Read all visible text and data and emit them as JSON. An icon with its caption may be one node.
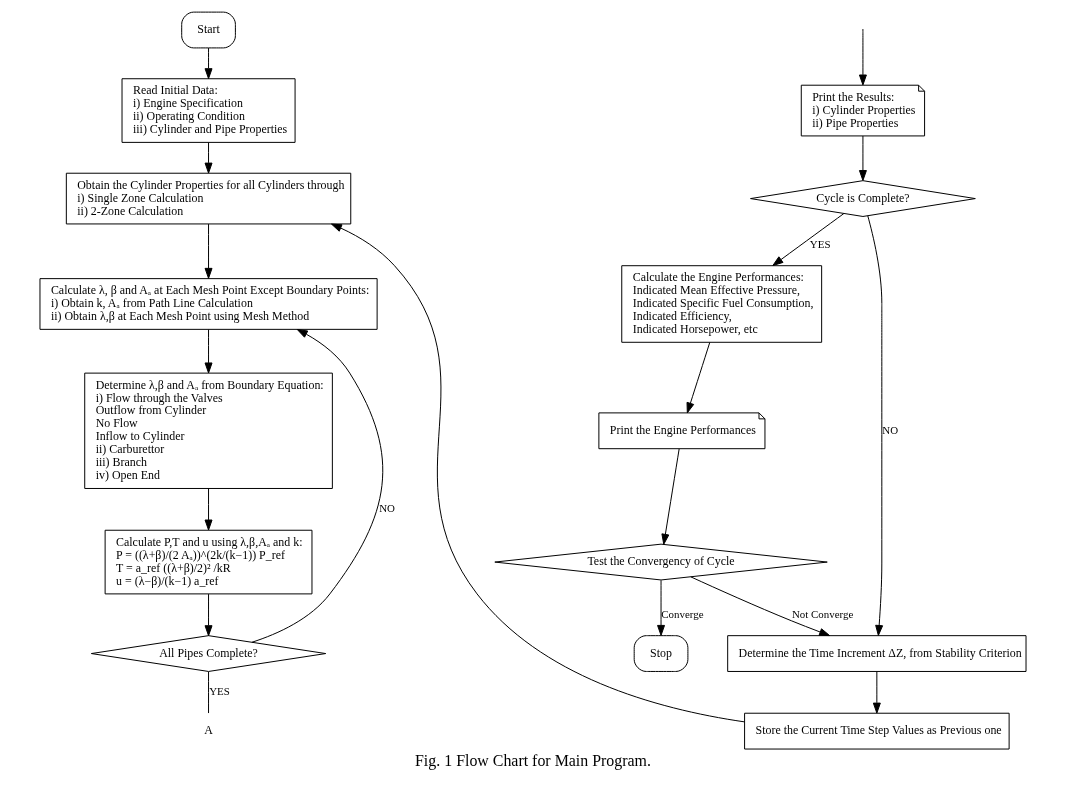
{
  "diagram": {
    "caption": "Fig. 1 Flow Chart for Main Program.",
    "nodes": [
      {
        "text": [
          "Start"
        ]
      },
      {
        "text": [
          "Read Initial Data:",
          "i) Engine Specification",
          "ii) Operating Condition",
          "iii) Cylinder and Pipe Properties"
        ]
      },
      {
        "text": [
          "Obtain the Cylinder Properties for all Cylinders through",
          "i) Single Zone Calculation",
          "ii) 2-Zone Calculation"
        ]
      },
      {
        "text": [
          "Calculate λ, β and Aₐ at Each Mesh Point Except Boundary Points:",
          "i) Obtain k, Aₐ from Path Line Calculation",
          "ii) Obtain λ,β at Each Mesh Point using Mesh Method"
        ]
      },
      {
        "text": [
          "Determine λ,β and Aₐ from Boundary Equation:",
          "i) Flow through the Valves",
          "Outflow from Cylinder",
          "No Flow",
          "Inflow to Cylinder",
          "ii) Carburettor",
          "iii) Branch",
          "iv) Open End"
        ]
      },
      {
        "text": [
          "Calculate P,T and u using λ,β,Aₐ and k:",
          "P = ((λ+β)/(2 Aₐ))^(2k/(k−1)) P_ref",
          "T = a_ref ((λ+β)/2)² /kR",
          "u = (λ−β)/(k−1) a_ref"
        ]
      },
      {
        "text": [
          "All Pipes Complete?"
        ]
      },
      {
        "text": [
          "A"
        ]
      },
      {
        "text": [
          "Print the Results:",
          "i) Cylinder Properties",
          "ii) Pipe Properties"
        ]
      },
      {
        "text": [
          "Cycle is Complete?"
        ]
      },
      {
        "text": [
          "Calculate the Engine Performances:",
          "Indicated Mean Effective Pressure,",
          "Indicated Specific Fuel Consumption,",
          "Indicated Efficiency,",
          "Indicated Horsepower, etc"
        ]
      },
      {
        "text": [
          "Print the Engine Performances"
        ]
      },
      {
        "text": [
          "Test the Convergency of Cycle"
        ]
      },
      {
        "text": [
          "Stop"
        ]
      },
      {
        "text": [
          "Determine the Time Increment ΔZ, from Stability Criterion"
        ]
      },
      {
        "text": [
          "Store the Current Time Step Values as Previous one"
        ]
      }
    ],
    "edges": [
      {
        "from": 0,
        "to": 1,
        "arrow": "to"
      },
      {
        "from": 1,
        "to": 2,
        "arrow": "to"
      },
      {
        "from": 2,
        "to": 3,
        "arrow": "to"
      },
      {
        "from": 3,
        "to": 4,
        "arrow": "to"
      },
      {
        "from": 4,
        "to": 5,
        "arrow": "to"
      },
      {
        "from": 5,
        "to": 6,
        "arrow": "to"
      },
      {
        "from": 6,
        "to": 3,
        "arrow": "to",
        "label": "NO"
      },
      {
        "from": 6,
        "to": 7,
        "arrow": "none",
        "label": "YES"
      },
      {
        "from": null,
        "to": 8,
        "arrow": "to"
      },
      {
        "from": 8,
        "to": 9,
        "arrow": "to"
      },
      {
        "from": 9,
        "to": 14,
        "arrow": "to",
        "label": "NO"
      },
      {
        "from": 9,
        "to": 10,
        "arrow": "to",
        "label": "YES"
      },
      {
        "from": 10,
        "to": 11,
        "arrow": "to"
      },
      {
        "from": 11,
        "to": 12,
        "arrow": "to"
      },
      {
        "from": 12,
        "to": 14,
        "arrow": "to",
        "label": "Not Converge"
      },
      {
        "from": 12,
        "to": 13,
        "arrow": "to",
        "label": "Converge"
      },
      {
        "from": 14,
        "to": 15,
        "arrow": "to"
      },
      {
        "from": 15,
        "to": 2,
        "arrow": "to"
      }
    ]
  }
}
